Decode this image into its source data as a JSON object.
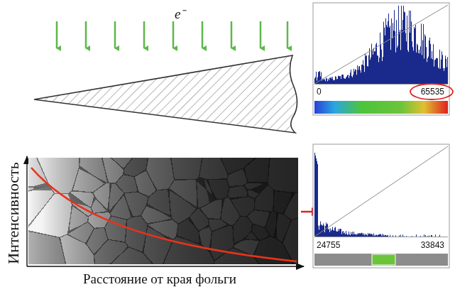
{
  "diagram": {
    "labels": [
      "e⁻",
      "Интенсивность",
      "Расстояние от края фольги",
      "0",
      "65535",
      "24755",
      "33843"
    ]
  }
}
